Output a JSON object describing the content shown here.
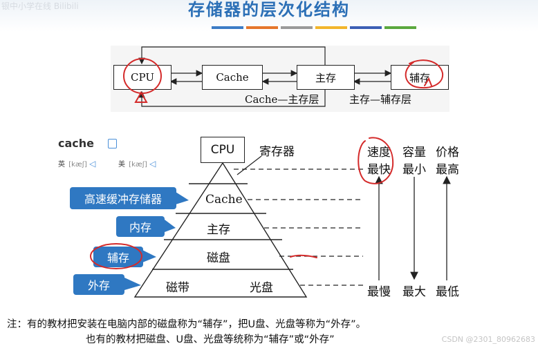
{
  "header": {
    "watermark": "银中小学在线 Bilibili",
    "title": "存储器的层次化结构",
    "bar_colors": [
      "#3c7cc6",
      "#e5762b",
      "#9a9a9a",
      "#f2b52b",
      "#3c5fb5",
      "#5aa83e"
    ]
  },
  "top_diagram": {
    "cpu": "CPU",
    "cache": "Cache",
    "main": "主存",
    "aux": "辅存",
    "label_cache_main": "Cache—主存层",
    "label_main_aux": "主存—辅存层"
  },
  "dictionary": {
    "word": "cache",
    "uk_label": "英",
    "uk_phonetic": "[kæʃ]",
    "us_label": "美",
    "us_phonetic": "[kæʃ]"
  },
  "pyramid": {
    "cpu": "CPU",
    "register": "寄存器",
    "cache": "Cache",
    "main": "主存",
    "disk": "磁盘",
    "tape": "磁带",
    "optical": "光盘"
  },
  "callouts": {
    "high_speed_cache": "高速缓冲存储器",
    "internal": "内存",
    "auxiliary": "辅存",
    "external": "外存"
  },
  "columns": {
    "speed_header": "速度",
    "speed_top": "最快",
    "speed_bottom": "最慢",
    "capacity_header": "容量",
    "capacity_top": "最小",
    "capacity_bottom": "最大",
    "price_header": "价格",
    "price_top": "最高",
    "price_bottom": "最低"
  },
  "notes": {
    "line1": "注：有的教材把安装在电脑内部的磁盘称为“辅存”，把U盘、光盘等称为“外存”。",
    "line2": "也有的教材把磁盘、U盘、光盘等统称为“辅存”或“外存”"
  },
  "footer": {
    "credit": "CSDN @2301_80962683"
  },
  "colors": {
    "accent": "#2f78c2",
    "annotation": "#d42a2a"
  }
}
